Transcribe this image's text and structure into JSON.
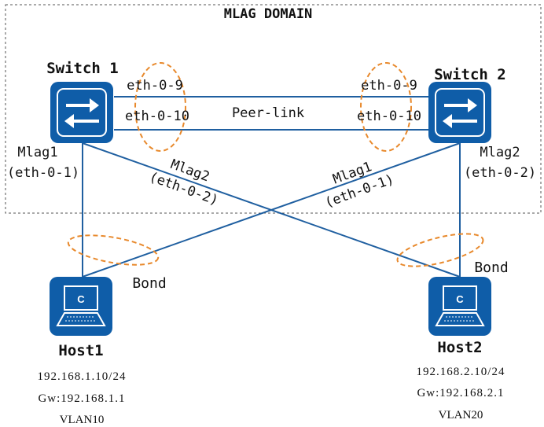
{
  "domain_title": "MLAG DOMAIN",
  "switch1": {
    "label": "Switch 1"
  },
  "switch2": {
    "label": "Switch 2"
  },
  "peer_link": {
    "label": "Peer-link",
    "sw1_port_a": "eth-0-9",
    "sw1_port_b": "eth-0-10",
    "sw2_port_a": "eth-0-9",
    "sw2_port_b": "eth-0-10"
  },
  "mlag_links": {
    "sw1_host1_name": "Mlag1",
    "sw1_host1_port": "(eth-0-1)",
    "sw1_host2_name": "Mlag2",
    "sw1_host2_port": "(eth-0-2)",
    "sw2_host1_name": "Mlag1",
    "sw2_host1_port": "(eth-0-1)",
    "sw2_host2_name": "Mlag2",
    "sw2_host2_port": "(eth-0-2)"
  },
  "host1": {
    "label": "Host1",
    "icon_letter": "C",
    "bond_label": "Bond",
    "ip": "192.168.1.10/24",
    "gw": "Gw:192.168.1.1",
    "vlan": "VLAN10"
  },
  "host2": {
    "label": "Host2",
    "icon_letter": "C",
    "bond_label": "Bond",
    "ip": "192.168.2.10/24",
    "gw": "Gw:192.168.2.1",
    "vlan": "VLAN20"
  },
  "colors": {
    "device_fill": "#0f5da8",
    "link": "#1f5fa0",
    "ellipse": "#e8892c",
    "domain_border": "#555555"
  },
  "icons": {
    "switch": "switch-arrows-icon",
    "host": "laptop-icon"
  }
}
